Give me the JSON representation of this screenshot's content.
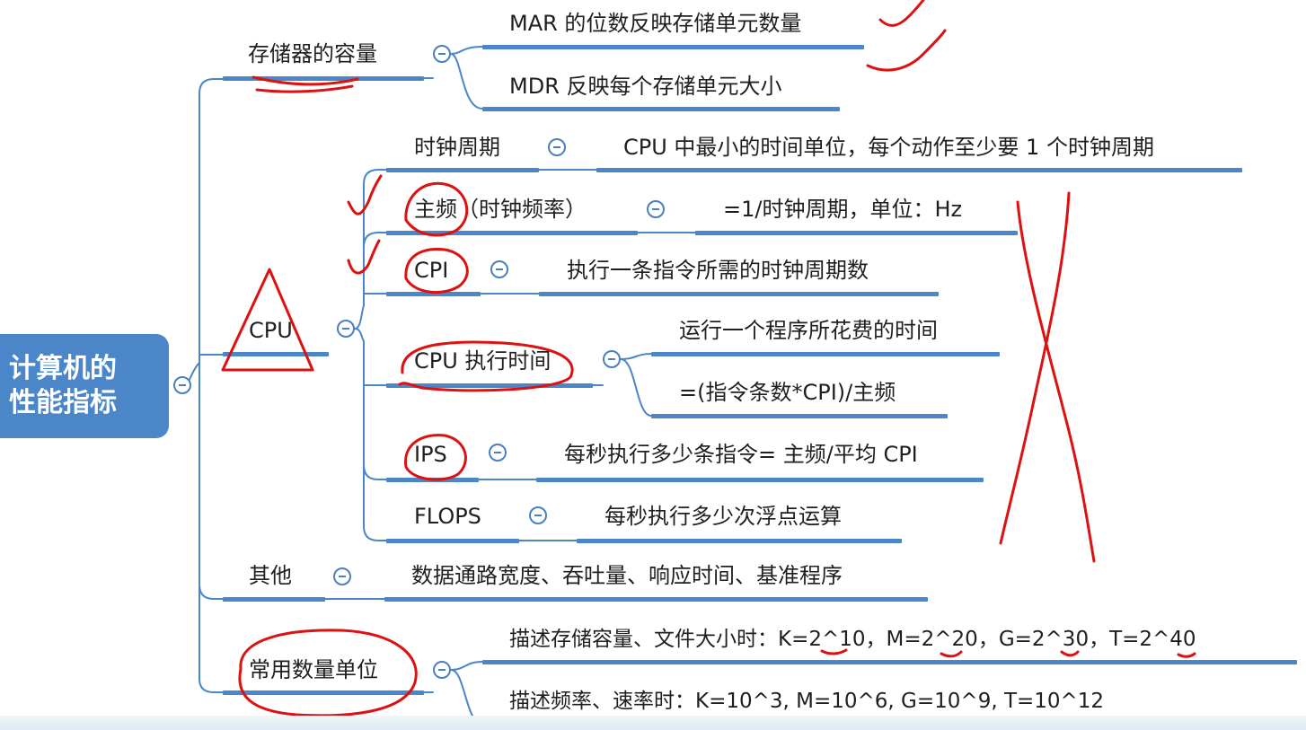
{
  "root": {
    "title_line1": "计算机的",
    "title_line2": "性能指标"
  },
  "colors": {
    "line": "#4a86c8",
    "root_fill": "#4a86c8",
    "ink": "#dd1111"
  },
  "branches": {
    "capacity": {
      "label": "存储器的容量",
      "mar": "MAR 的位数反映存储单元数量",
      "mdr": "MDR 反映每个存储单元大小"
    },
    "cpu": {
      "label": "CPU",
      "clock_period": {
        "label": "时钟周期",
        "desc": "CPU 中最小的时间单位，每个动作至少要 1 个时钟周期"
      },
      "frequency": {
        "label": "主频（时钟频率）",
        "desc": "=1/时钟周期，单位：Hz"
      },
      "cpi": {
        "label": "CPI",
        "desc": "执行一条指令所需的时钟周期数"
      },
      "exec_time": {
        "label": "CPU 执行时间",
        "desc1": "运行一个程序所花费的时间",
        "desc2": "=(指令条数*CPI)/主频"
      },
      "ips": {
        "label": "IPS",
        "desc": "每秒执行多少条指令= 主频/平均 CPI"
      },
      "flops": {
        "label": "FLOPS",
        "desc": "每秒执行多少次浮点运算"
      }
    },
    "other": {
      "label": "其他",
      "desc": "数据通路宽度、吞吐量、响应时间、基准程序"
    },
    "units": {
      "label": "常用数量单位",
      "storage": "描述存储容量、文件大小时：K=2^10，M=2^20，G=2^30，T=2^40",
      "rate": "描述频率、速率时：K=10^3, M=10^6, G=10^9, T=10^12"
    }
  }
}
